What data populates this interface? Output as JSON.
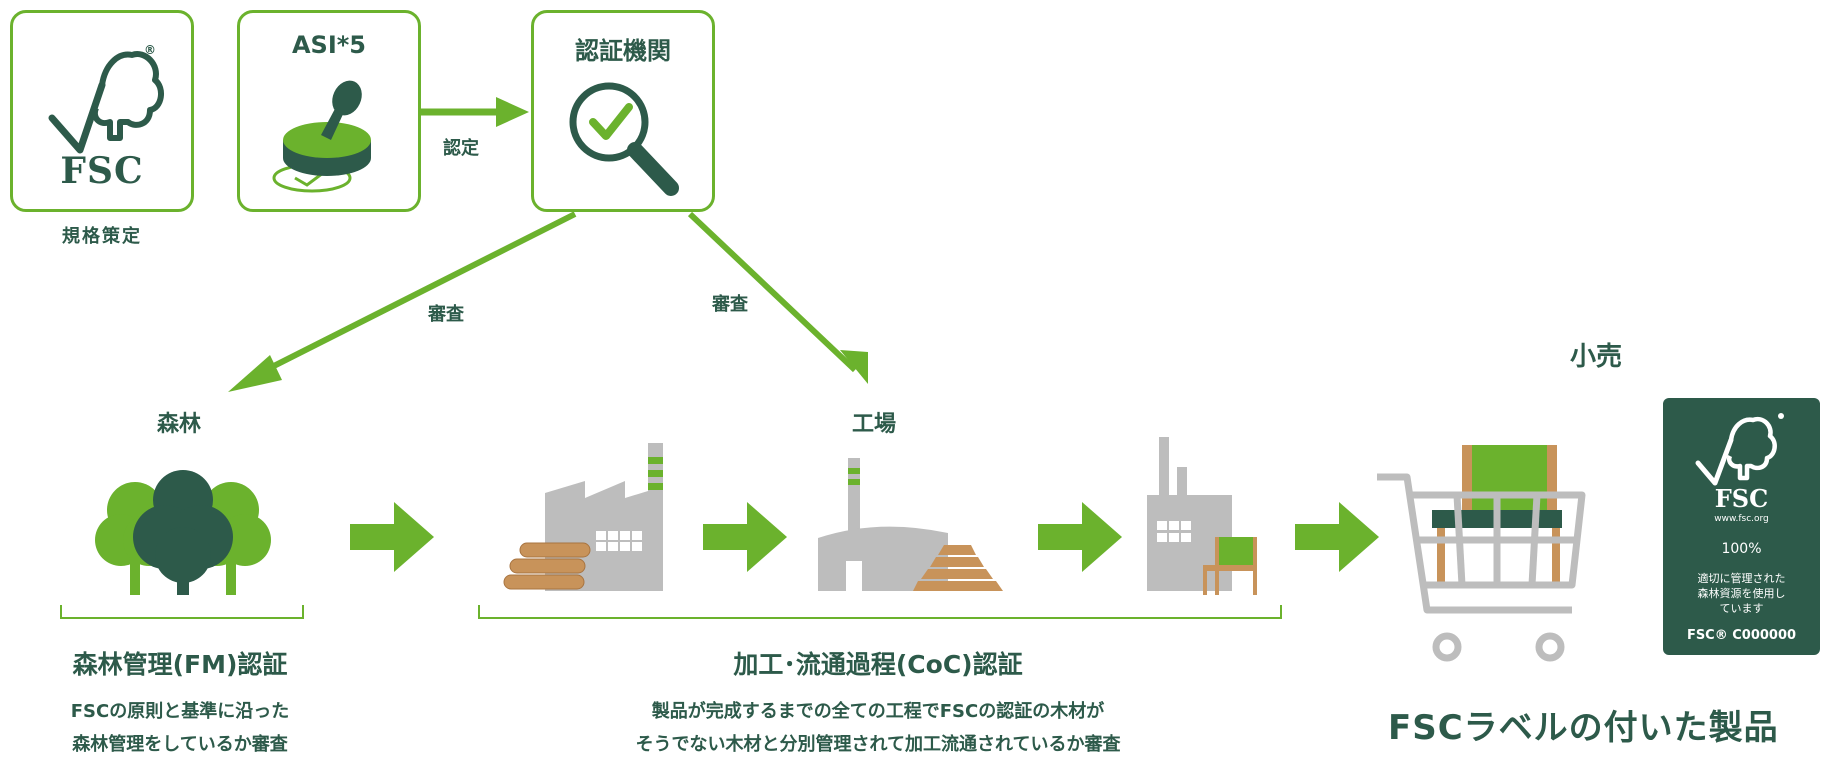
{
  "top": {
    "fsc_caption": "規格策定",
    "asi_title": "ASI*5",
    "cert_title": "認証機関",
    "arrow_label_certify": "認定",
    "arrow_label_audit_left": "審査",
    "arrow_label_audit_right": "審査"
  },
  "logo": {
    "text": "FSC",
    "registered": "®"
  },
  "stages": {
    "forest_title": "森林",
    "factory_title": "工場",
    "retail_title": "小売"
  },
  "fm": {
    "heading": "森林管理(FM)認証",
    "desc_line1": "FSCの原則と基準に沿った",
    "desc_line2": "森林管理をしているか審査"
  },
  "coc": {
    "heading": "加工･流通過程(CoC)認証",
    "desc_line1": "製品が完成するまでの全ての工程でFSCの認証の木材が",
    "desc_line2": "そうでない木材と分別管理されて加工流通されているか審査"
  },
  "label": {
    "logo_text": "FSC",
    "url": "www.fsc.org",
    "percent": "100%",
    "text_line1": "適切に管理された",
    "text_line2": "森林資源を使用し",
    "text_line3": "ています",
    "code": "FSC® C000000"
  },
  "product_caption": "FSCラベルの付いた製品",
  "colors": {
    "green": "#6bb22d",
    "dark_green": "#2d5a4a",
    "gray": "#bdbdbd",
    "wood": "#c8935a"
  }
}
